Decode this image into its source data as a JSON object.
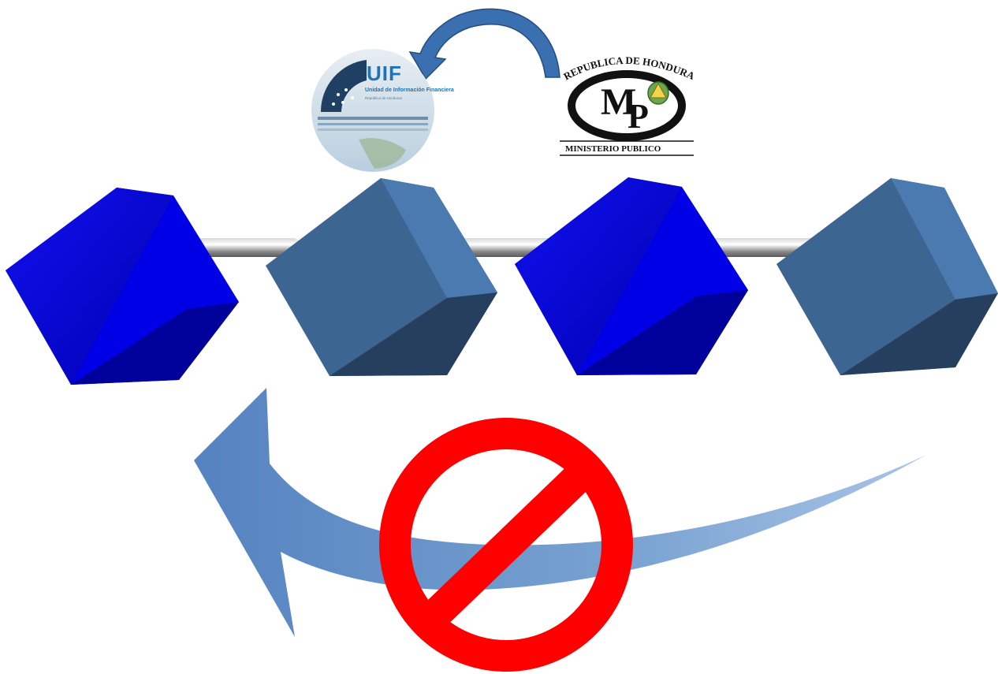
{
  "uif_logo": {
    "title": "UIF",
    "subtitle": "Unidad de Información Financiera",
    "country": "República de Honduras"
  },
  "mp_logo": {
    "arc_text": "REPUBLICA DE HONDURAS",
    "letter_m": "M",
    "letter_p": "P",
    "caption": "MINISTERIO PUBLICO"
  },
  "colors": {
    "cube_dark_blue": "#0000cc",
    "cube_steel_blue": "#3d6591",
    "big_arrow": "#5b8ac4",
    "prohibited": "#ff0000",
    "small_arrow": "#3a6fb0"
  }
}
